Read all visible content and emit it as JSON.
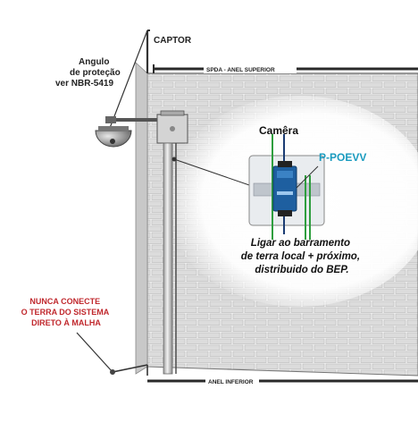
{
  "labels": {
    "captor": "CAPTOR",
    "protection_angle": [
      "Angulo",
      "de proteção",
      "ver NBR-5419"
    ],
    "spda_top": "SPDA - ANEL SUPERIOR",
    "camera": "Camêra",
    "device": "P-POEVV",
    "instruction": [
      "Ligar ao barramento",
      "de terra local + próximo,",
      "distribuido do BEP."
    ],
    "warning": [
      "NUNCA CONECTE",
      "O TERRA DO SISTEMA",
      "DIRETO À MALHA"
    ],
    "ring_bottom": "ANEL INFERIOR"
  },
  "colors": {
    "warning": "#c0282d",
    "device_label": "#1a9bbf",
    "ground_wire": "#2e9e3e",
    "device_body": "#1e5fa0",
    "wall_brick": "#d6d6d6"
  }
}
